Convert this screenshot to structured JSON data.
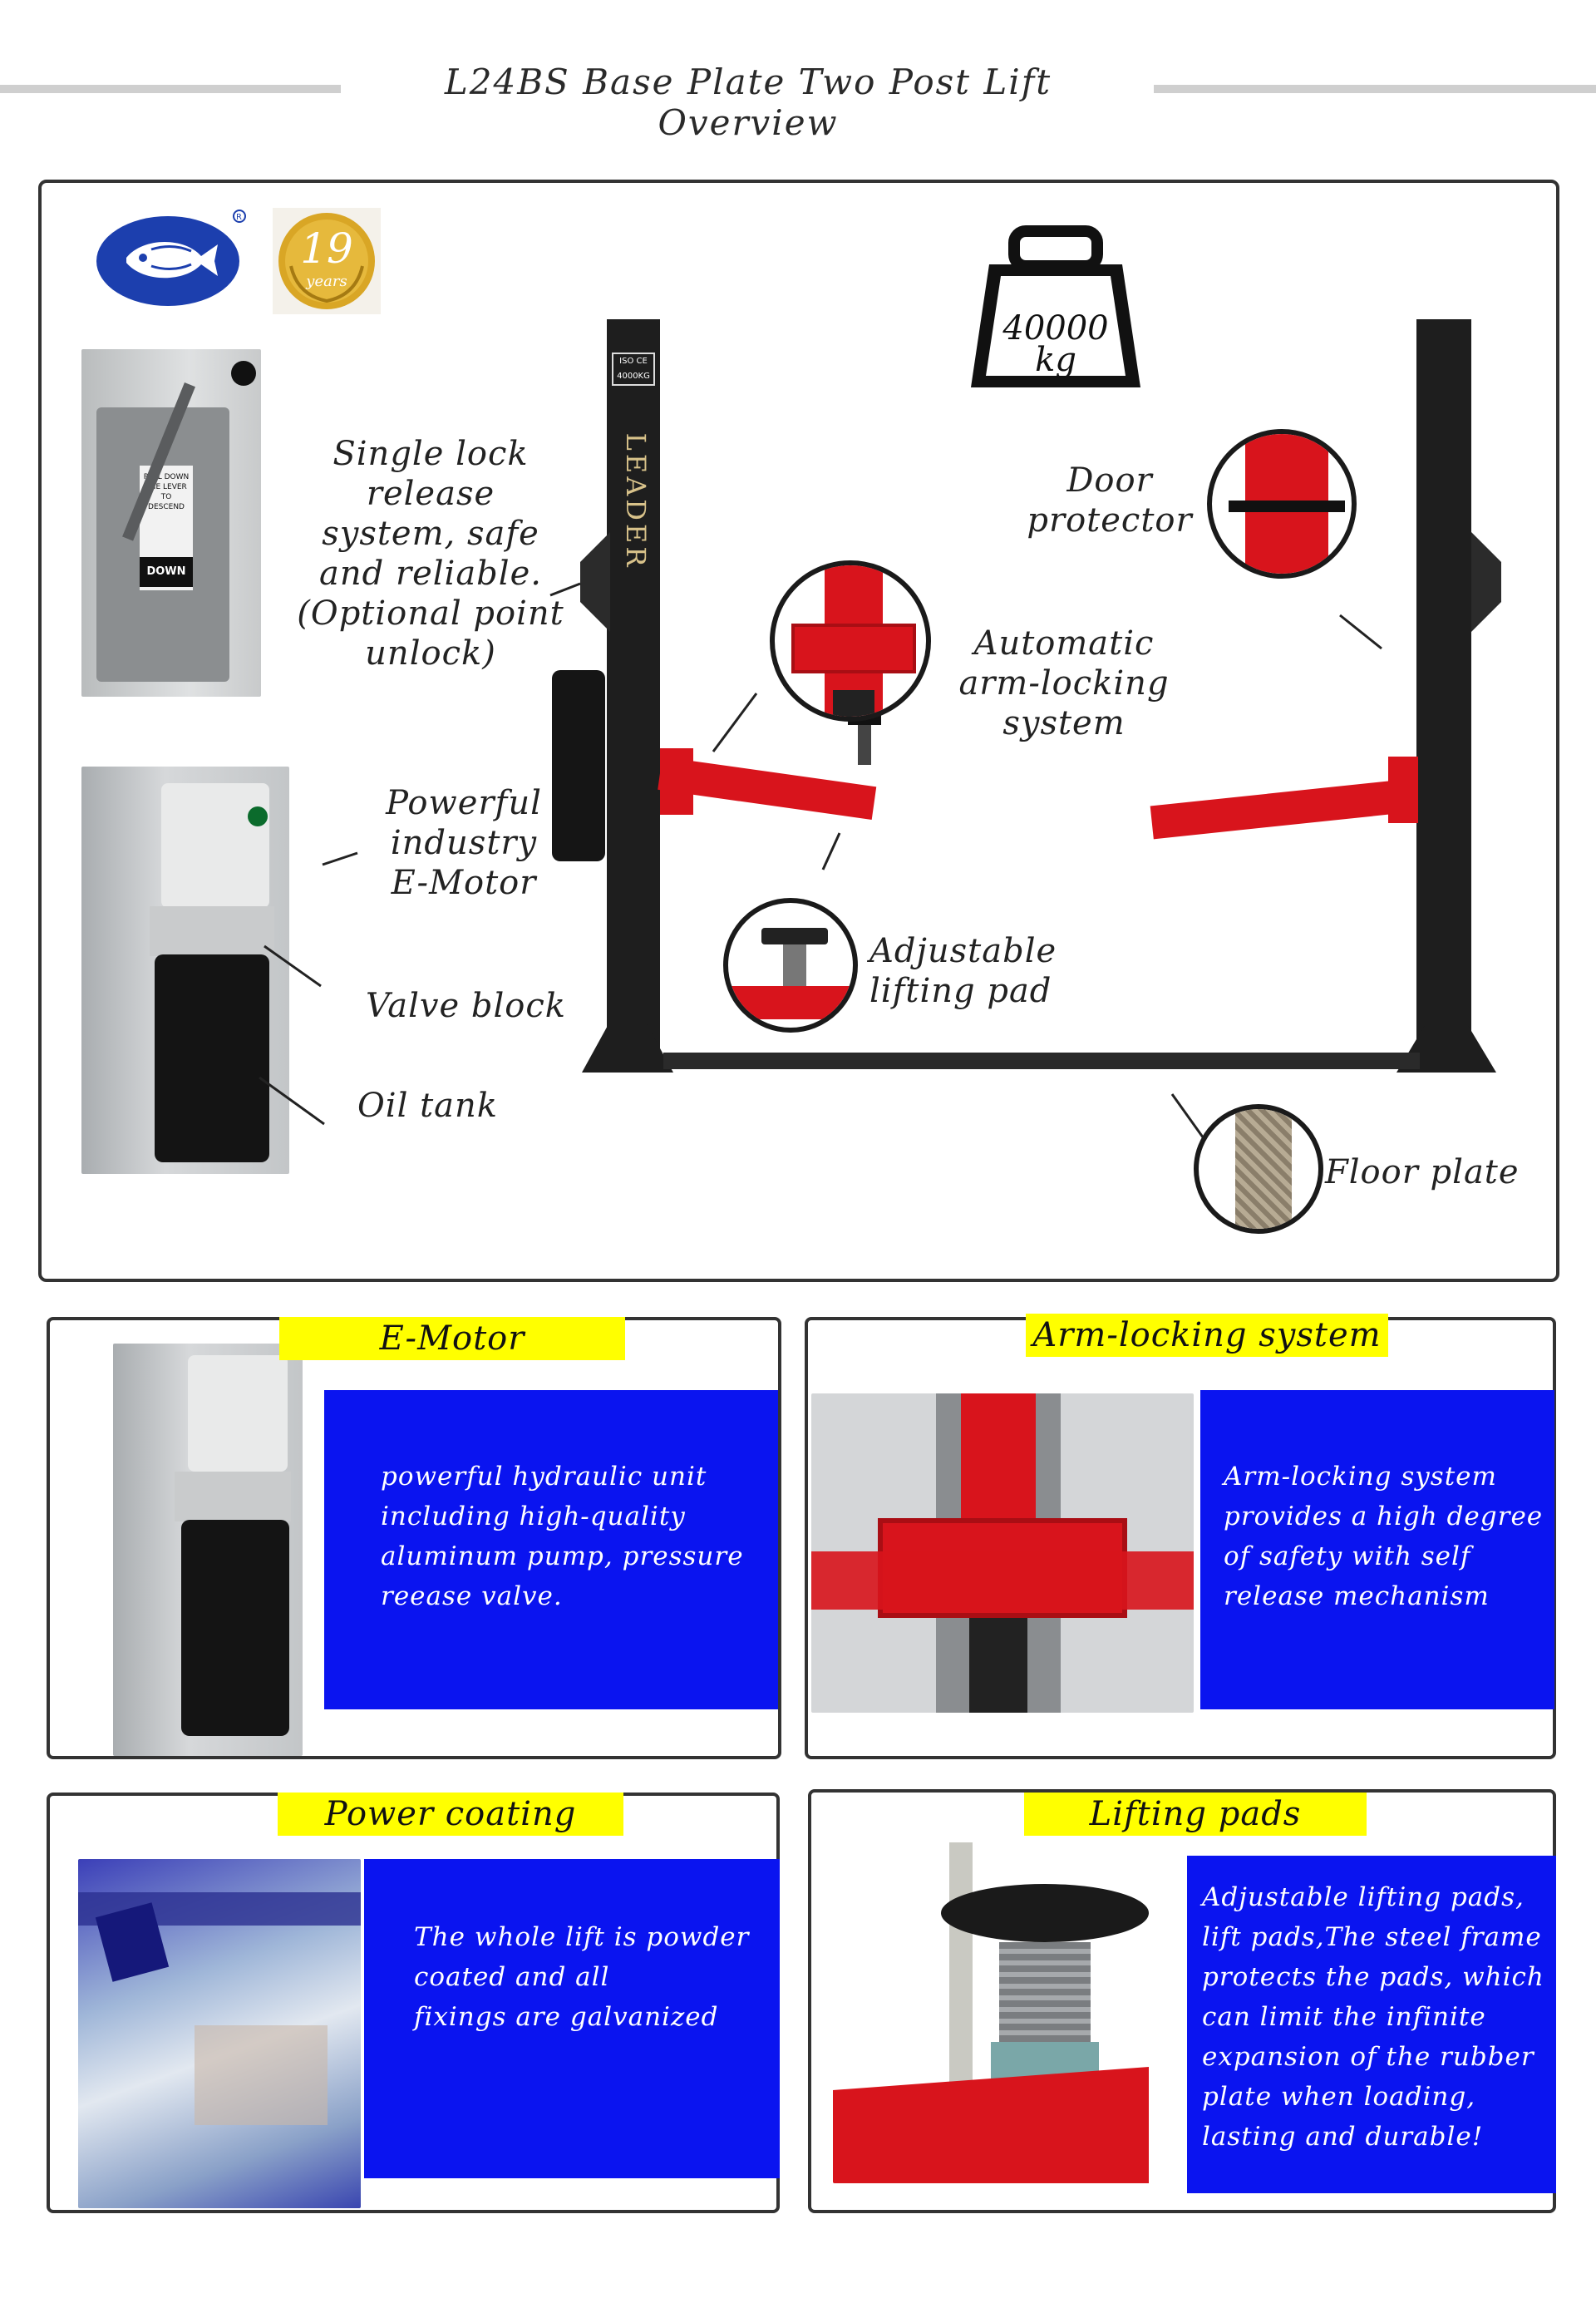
{
  "header": {
    "title": "L24BS Base Plate Two Post Lift Overview"
  },
  "overview": {
    "weight_badge": {
      "value": "40000",
      "unit": "kg"
    },
    "post_plates": {
      "iso": "ISO",
      "ce": "CE",
      "capacity": "4000KG",
      "brand": "LEADER"
    },
    "callouts": {
      "single_lock": "Single lock\nrelease\nsystem, safe\nand reliable.\n(Optional point\nunlock)",
      "door_protector": "Door\nprotector",
      "auto_arm_lock": "Automatic\narm-locking\nsystem",
      "e_motor": "Powerful\nindustry\nE-Motor",
      "valve_block": "Valve block",
      "oil_tank": "Oil tank",
      "lifting_pad": "Adjustable\nlifting pad",
      "floor_plate": "Floor plate"
    },
    "lever_sign": {
      "text": "PULL DOWN THE LEVER TO DESCEND",
      "button": "DOWN"
    },
    "badge_years": "19",
    "badge_years_word": "years"
  },
  "features": [
    {
      "tag": "E-Motor",
      "text": "powerful hydraulic unit\n including high-quality\naluminum pump, pressure\nreease valve."
    },
    {
      "tag": "Arm-locking system",
      "text": "Arm-locking system\nprovides a high degree\nof safety with self\nrelease mechanism"
    },
    {
      "tag": "Power coating",
      "text": "The whole lift is powder\ncoated and all\nfixings are galvanized"
    },
    {
      "tag": "Lifting pads",
      "text": "Adjustable lifting pads,\nlift pads,The steel frame\nprotects the pads, which\ncan limit the infinite\nexpansion of the rubber\nplate when loading,\nlasting and durable!"
    }
  ],
  "colors": {
    "accent_yellow": "#ffff00",
    "info_blue": "#0a14f0",
    "lift_red": "#d8141c",
    "post_black": "#1e1e1e",
    "badge_blue": "#1c3fae",
    "badge_gold": "#d9a625"
  }
}
